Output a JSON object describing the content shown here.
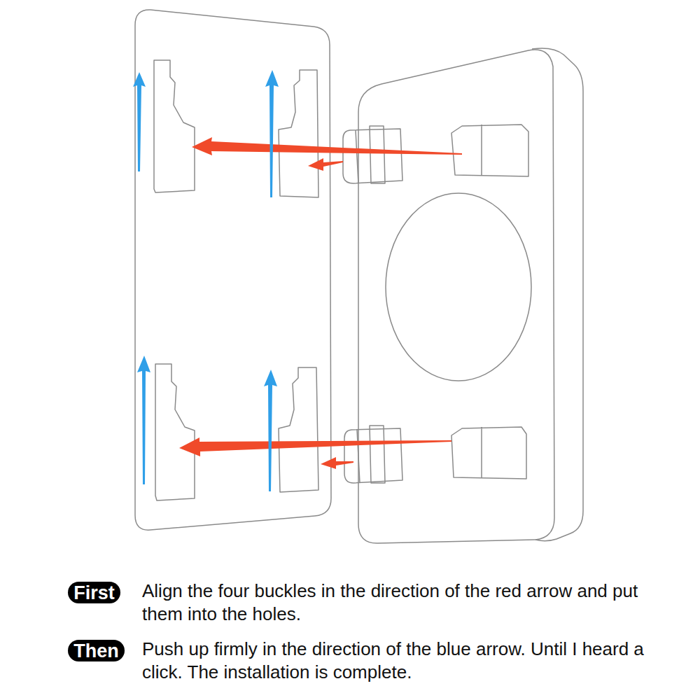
{
  "diagram": {
    "nodes": [
      {
        "text": [
          "First"
        ]
      },
      {
        "text": [
          "Then"
        ]
      }
    ],
    "labels": [
      "Align the four buckles in the direction of the red arrow and put them into the holes.",
      "Push up firmly in the direction of the blue arrow. Until I heard a click. The installation is complete."
    ]
  }
}
